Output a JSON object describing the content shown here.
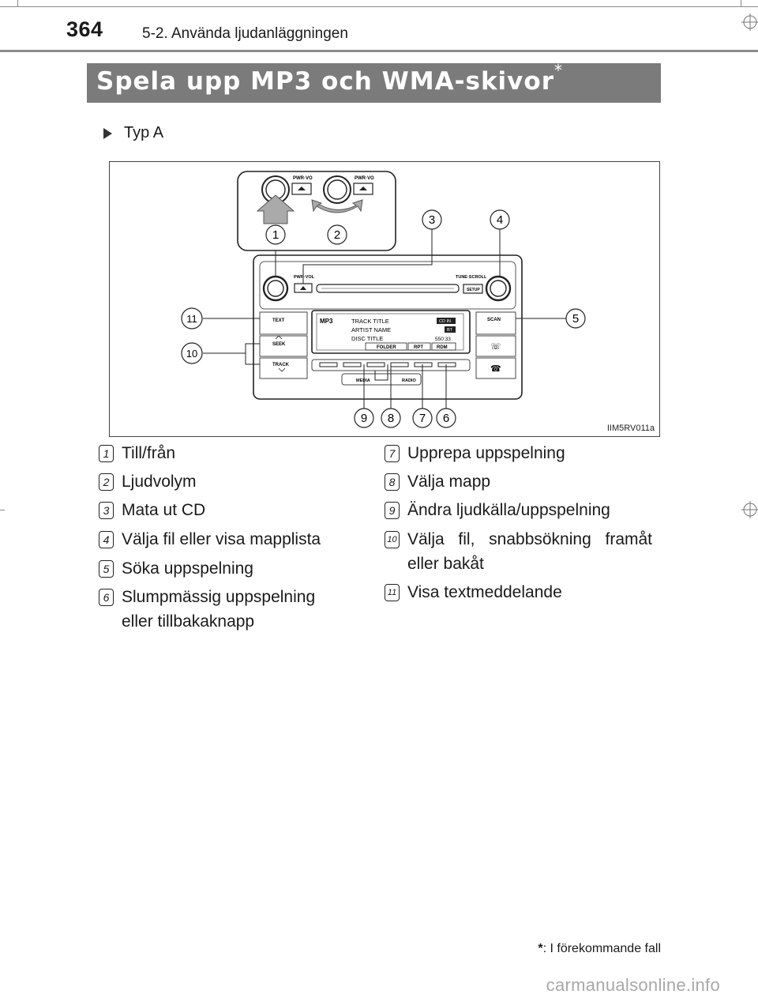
{
  "header": {
    "page_number": "364",
    "section": "5-2. Använda ljudanläggningen"
  },
  "title": {
    "text": "Spela upp MP3 och WMA-skivor",
    "asterisk": "*"
  },
  "variant_label": "Typ A",
  "figure": {
    "code": "IIM5RV011a",
    "callouts": [
      "1",
      "2",
      "3",
      "4",
      "5",
      "6",
      "7",
      "8",
      "9",
      "10",
      "11"
    ],
    "button_labels": {
      "pwr_vol_top": "PWR·VO",
      "pwr_vol_top2": "PWR·VO",
      "pwr_vol": "PWR·VOL",
      "tune_scroll": "TUNE·SCROLL",
      "setup": "SETUP",
      "text": "TEXT",
      "seek": "SEEK",
      "track": "TRACK",
      "scan": "SCAN",
      "media": "MEDIA",
      "radio": "RADIO"
    },
    "display": {
      "mp3": "MP3",
      "track_title": "TRACK TITLE",
      "artist_name": "ARTIST NAME",
      "disc_title": "DISC TITLE",
      "cd_in": "CD IN",
      "bt": "BT",
      "time": "550:33",
      "folder": "FOLDER",
      "rpt": "RPT",
      "rdm": "RDM"
    }
  },
  "legend_left": [
    {
      "num": "1",
      "text": "Till/från"
    },
    {
      "num": "2",
      "text": "Ljudvolym"
    },
    {
      "num": "3",
      "text": "Mata ut CD"
    },
    {
      "num": "4",
      "text": "Välja fil eller visa mapplista"
    },
    {
      "num": "5",
      "text": "Söka uppspelning"
    },
    {
      "num": "6",
      "text": "Slumpmässig uppspelning eller tillbakaknapp"
    }
  ],
  "legend_right": [
    {
      "num": "7",
      "text": "Upprepa uppspelning"
    },
    {
      "num": "8",
      "text": "Välja mapp"
    },
    {
      "num": "9",
      "text": "Ändra ljudkälla/uppspelning"
    },
    {
      "num": "10",
      "text": "Välja fil, snabbsökning framåt eller bakåt"
    },
    {
      "num": "11",
      "text": "Visa textmeddelande"
    }
  ],
  "footnote": {
    "symbol": "*",
    "text": ": I förekommande fall"
  },
  "watermark": "carmanualsonline.info"
}
